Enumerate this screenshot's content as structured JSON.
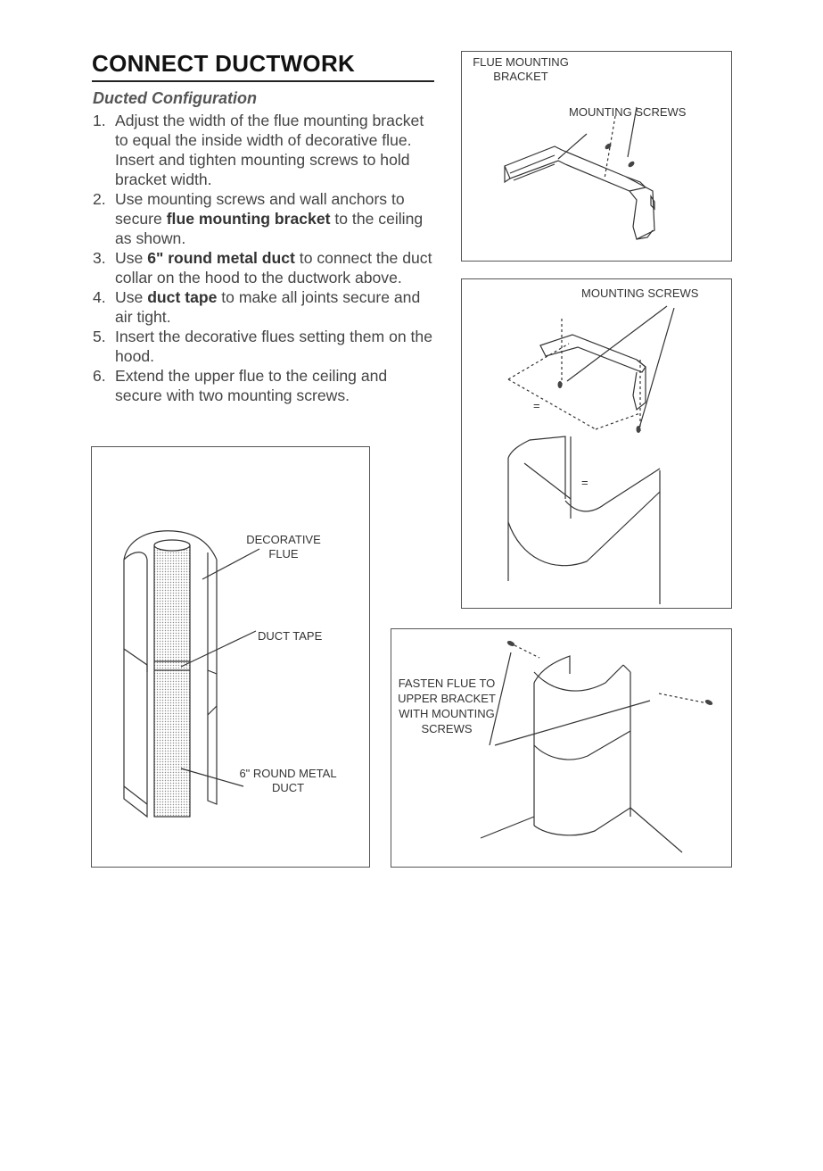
{
  "heading": "CONNECT DUCTWORK",
  "subheading": "Ducted Configuration",
  "steps": [
    {
      "num": "1.",
      "parts": [
        "Adjust the width of the flue mounting bracket to equal the inside width of decorative flue. Insert and tighten mounting screws to hold bracket width."
      ]
    },
    {
      "num": "2.",
      "parts": [
        "Use mounting screws and wall anchors to secure ",
        "flue mounting bracket",
        " to the ceiling as shown."
      ]
    },
    {
      "num": "3.",
      "parts": [
        "Use ",
        "6\" round metal duct",
        " to connect the duct collar on the hood to the ductwork above."
      ]
    },
    {
      "num": "4.",
      "parts": [
        "Use ",
        "duct tape",
        " to make all joints secure and air tight."
      ]
    },
    {
      "num": "5.",
      "parts": [
        "Insert the decorative flues setting them on the hood."
      ]
    },
    {
      "num": "6.",
      "parts": [
        "Extend the upper flue to the ceiling and secure with two mounting screws."
      ]
    }
  ],
  "figures": {
    "bracket": {
      "label_bracket": "FLUE MOUNTING BRACKET",
      "label_screws": "MOUNTING SCREWS"
    },
    "install": {
      "label_screws": "MOUNTING SCREWS",
      "equal_mark": "="
    },
    "flue": {
      "label_flue": "DECORATIVE FLUE",
      "label_tape": "DUCT TAPE",
      "label_duct": "6\" ROUND METAL DUCT"
    },
    "fasten": {
      "label_fasten": "FASTEN FLUE TO UPPER BRACKET WITH MOUNTING SCREWS"
    }
  }
}
